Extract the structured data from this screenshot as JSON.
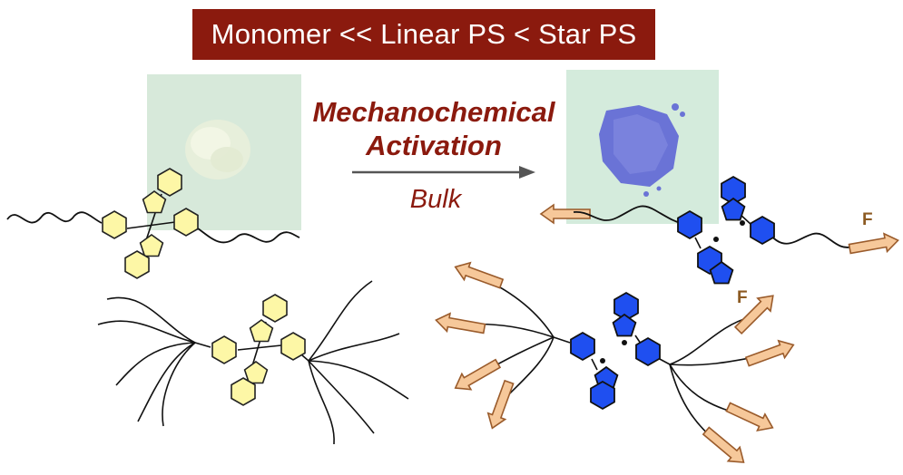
{
  "banner": {
    "text": "Monomer << Linear PS < Star PS"
  },
  "arrow": {
    "label_line1": "Mechanochemical",
    "label_line2": "Activation",
    "condition": "Bulk"
  },
  "force_label": "F",
  "colors": {
    "banner_bg": "#8b1a0e",
    "accent": "#8b1a0e",
    "unactivated_ring_fill": "#fdf7a6",
    "activated_ring_fill": "#1f4ff0",
    "force_arrow_fill": "#f6c89a",
    "force_label": "#8c5a22",
    "photo_bg": "#d6eadb",
    "powder_left": "#eef2df",
    "powder_right": "#6a73d6"
  },
  "icons": [
    "yellow-hexagon-icon",
    "blue-hexagon-icon",
    "force-arrow-icon",
    "radical-dot-icon"
  ]
}
